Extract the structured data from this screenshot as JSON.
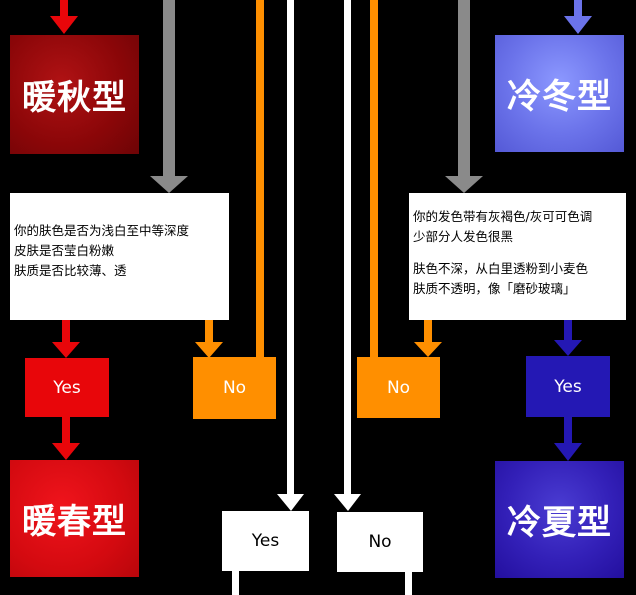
{
  "results": {
    "warm_autumn": "暖秋型",
    "warm_spring": "暖春型",
    "cool_winter": "冷冬型",
    "cool_summer": "冷夏型"
  },
  "questions": {
    "left": [
      "你的肤色是否为浅白至中等深度",
      "皮肤是否莹白粉嫩",
      "肤质是否比较薄、透"
    ],
    "right": [
      "你的发色带有灰褐色/灰可可色调",
      "少部分人发色很黑",
      "肤色不深，从白里透粉到小麦色",
      "肤质不透明，像「磨砂玻璃」"
    ]
  },
  "answers": {
    "yes_left": "Yes",
    "no_left": "No",
    "no_right": "No",
    "yes_right": "Yes",
    "yes_bottom": "Yes",
    "no_bottom": "No"
  },
  "colors": {
    "warm_autumn": "#8a0608",
    "warm_spring": "#d40a10",
    "cool_winter": "#6b73ea",
    "cool_summer": "#3320b8",
    "yes_red": "#e8060a",
    "no_orange": "#ff8f00",
    "yes_blue": "#2418b4",
    "gray_arrow": "#8a8a8a",
    "white": "#ffffff",
    "background": "#000000"
  }
}
